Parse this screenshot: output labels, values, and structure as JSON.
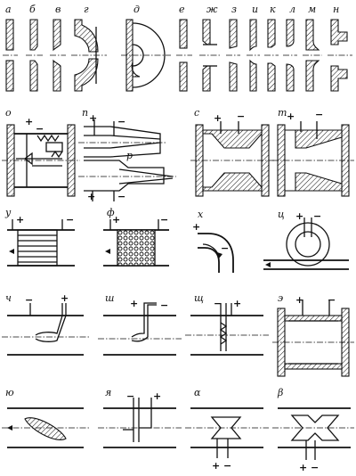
{
  "row1_labels": [
    "а",
    "б",
    "в",
    "г",
    "д",
    "е",
    "ж",
    "з",
    "и",
    "к",
    "л",
    "м",
    "н"
  ],
  "row2_labels": [
    "о",
    "п",
    "р",
    "с",
    "т"
  ],
  "row3_labels": [
    "у",
    "ф",
    "х",
    "ц"
  ],
  "row4_labels": [
    "ч",
    "ш",
    "щ",
    "э"
  ],
  "row5_labels": [
    "ю",
    "я",
    "α",
    "β"
  ],
  "signs": {
    "plus": "+",
    "minus": "−",
    "pm": "+ −"
  }
}
